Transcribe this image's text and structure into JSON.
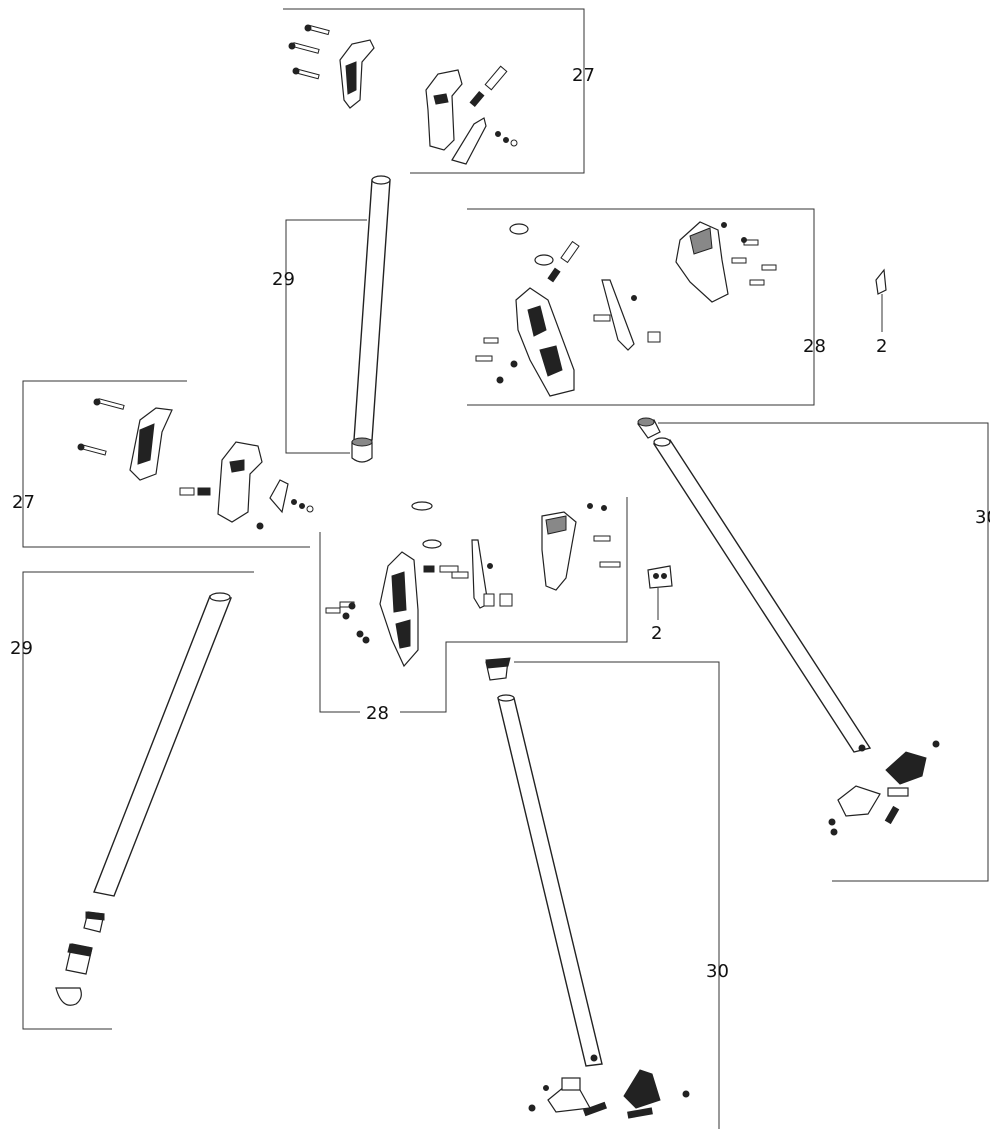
{
  "callouts": {
    "upper_27": "27",
    "upper_29": "29",
    "upper_28": "28",
    "upper_2": "2",
    "left_27": "27",
    "left_29": "29",
    "center_28": "28",
    "center_2": "2",
    "right_30": "30",
    "bottom_30": "30"
  }
}
